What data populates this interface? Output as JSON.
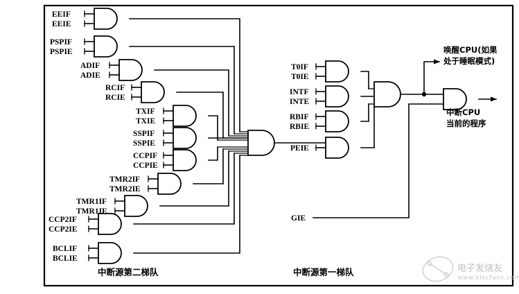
{
  "figure": {
    "title": "PIC interrupt logic block diagram",
    "frame_color": "#000000",
    "background_color": "#ffffff"
  },
  "second_echelon": {
    "section_label": "中断源第二梯队",
    "gates": [
      {
        "id": "eeif",
        "flag": "EEIF",
        "enable": "EEIE",
        "type": "AND"
      },
      {
        "id": "pspif",
        "flag": "PSPIF",
        "enable": "PSPIE",
        "type": "AND"
      },
      {
        "id": "adif",
        "flag": "ADIF",
        "enable": "ADIE",
        "type": "AND"
      },
      {
        "id": "rcif",
        "flag": "RCIF",
        "enable": "RCIE",
        "type": "AND"
      },
      {
        "id": "txif",
        "flag": "TXIF",
        "enable": "TXIE",
        "type": "AND"
      },
      {
        "id": "sspif",
        "flag": "SSPIF",
        "enable": "SSPIE",
        "type": "AND"
      },
      {
        "id": "ccpif",
        "flag": "CCPIF",
        "enable": "CCPIE",
        "type": "AND"
      },
      {
        "id": "tmr2if",
        "flag": "TMR2IF",
        "enable": "TMR2IE",
        "type": "AND"
      },
      {
        "id": "tmr1if",
        "flag": "TMR1IF",
        "enable": "TMR1IE",
        "type": "AND"
      },
      {
        "id": "ccp2if",
        "flag": "CCP2IF",
        "enable": "CCP2IE",
        "type": "AND"
      },
      {
        "id": "bclif",
        "flag": "BCLIF",
        "enable": "BCLIE",
        "type": "AND"
      }
    ],
    "combiner": {
      "id": "periph-or",
      "type": "OR",
      "input_count": 11
    }
  },
  "first_echelon": {
    "section_label": "中断源第一梯队",
    "gates": [
      {
        "id": "t0if",
        "flag": "T0IF",
        "enable": "T0IE",
        "type": "AND"
      },
      {
        "id": "intf",
        "flag": "INTF",
        "enable": "INTE",
        "type": "AND"
      },
      {
        "id": "rbif",
        "flag": "RBIF",
        "enable": "RBIE",
        "type": "AND"
      },
      {
        "id": "peie",
        "flag": "",
        "enable": "PEIE",
        "type": "AND"
      }
    ],
    "combiner": {
      "id": "core-or",
      "type": "OR",
      "input_count": 4
    },
    "global_enable": {
      "id": "gie",
      "label": "GIE"
    },
    "final_gate": {
      "id": "final-and",
      "type": "AND"
    }
  },
  "outputs": {
    "wake": "唤醒CPU(如果\n处于睡眠模式)",
    "wake_line1": "唤醒CPU(如果",
    "wake_line2": "处于睡眠模式)",
    "interrupt_line1": "中断CPU",
    "interrupt_line2": "当前的程序"
  },
  "watermark": {
    "text": "电子发烧友",
    "url": "www.elecfans.com"
  }
}
